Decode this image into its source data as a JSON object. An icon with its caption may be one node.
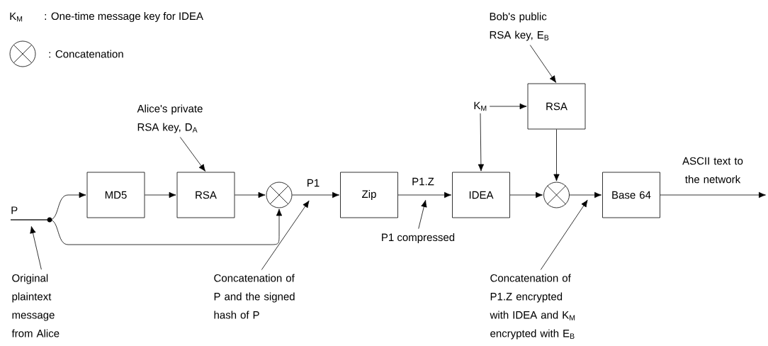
{
  "diagram": {
    "nodes": [
      {
        "text": [
          "P"
        ]
      },
      {
        "text": [
          "MD5"
        ]
      },
      {
        "text": [
          "RSA"
        ]
      },
      {
        "text": [],
        "shape": "circle"
      },
      {
        "text": [
          "Zip"
        ]
      },
      {
        "text": [
          "IDEA"
        ]
      },
      {
        "text": [
          "K$_{M}$"
        ]
      },
      {
        "text": [
          "RSA"
        ]
      },
      {
        "text": [],
        "shape": "circle"
      },
      {
        "text": [
          "Base 64"
        ]
      },
      {
        "text": [
          "Alice's private RSA key, D$_{A}$"
        ]
      },
      {
        "text": [
          "Bob's public RSA key, E$_{B}$"
        ]
      },
      {
        "text": [
          "Original plaintext message from Alice"
        ]
      },
      {
        "text": [
          "Concatenation of P and the signed hash of P"
        ]
      },
      {
        "text": [
          "P1 compressed"
        ]
      },
      {
        "text": [
          "Concatenation of P1.Z encrypted with IDEA and K$_{M}$ encrypted with E$_{B}$"
        ]
      }
    ],
    "edges": [
      {
        "from": 0,
        "to": 1,
        "arrow": "to"
      },
      {
        "from": 0,
        "to": 3,
        "arrow": "to"
      },
      {
        "from": 1,
        "to": 2,
        "arrow": "to"
      },
      {
        "from": 2,
        "to": 3,
        "arrow": "to"
      },
      {
        "from": 3,
        "to": 4,
        "arrow": "to",
        "label": "P1"
      },
      {
        "from": 4,
        "to": 5,
        "arrow": "to",
        "label": "P1.Z"
      },
      {
        "from": 6,
        "to": 5,
        "arrow": "to"
      },
      {
        "from": 6,
        "to": 7,
        "arrow": "to"
      },
      {
        "from": 5,
        "to": 8,
        "arrow": "to"
      },
      {
        "from": 7,
        "to": 8,
        "arrow": "to"
      },
      {
        "from": 8,
        "to": 9,
        "arrow": "to"
      },
      {
        "from": 9,
        "to": null,
        "arrow": "to",
        "label": "ASCII text to the network"
      },
      {
        "from": 10,
        "to": 2,
        "arrow": "to"
      },
      {
        "from": 11,
        "to": 7,
        "arrow": "to"
      },
      {
        "from": 12,
        "to": null,
        "arrow": "to"
      },
      {
        "from": 13,
        "to": null,
        "arrow": "to"
      },
      {
        "from": 14,
        "to": null,
        "arrow": "to"
      },
      {
        "from": 15,
        "to": null,
        "arrow": "to"
      }
    ],
    "labels": [
      "K$_{M}$",
      ": One-time message key for IDEA",
      ": Concatenation"
    ]
  }
}
